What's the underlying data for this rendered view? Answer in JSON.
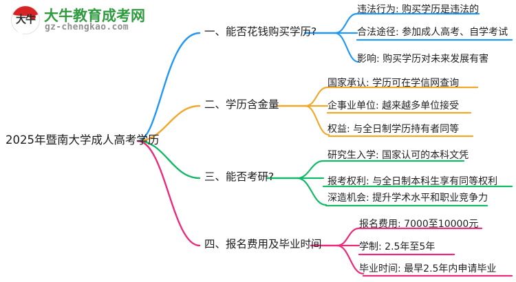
{
  "logo": {
    "badge_text": "大牛",
    "title": "大牛教育成考网",
    "domain": "gz-chengkao.com",
    "brand_color": "#2e9b3f",
    "badge_color": "#d72323"
  },
  "mindmap": {
    "root": "2025年暨南大学成人高考学历",
    "branches": [
      {
        "label": "一、能否花钱购买学历?",
        "color": "#2196f3",
        "leaves": [
          "违法行为: 购买学历是违法的",
          "合法途径: 参加成人高考、自学考试",
          "影响: 购买学历对未来发展有害"
        ]
      },
      {
        "label": "二、学历含金量",
        "color": "#f0a82a",
        "leaves": [
          "国家承认: 学历可在学信网查询",
          "企事业单位: 越来越多单位接受",
          "权益: 与全日制学历持有者同等"
        ]
      },
      {
        "label": "三、能否考研?",
        "color": "#12b866",
        "leaves": [
          "研究生入学: 国家认可的本科文凭",
          "报考权利: 与全日制本科生享有同等权利",
          "深造机会: 提升学术水平和职业竞争力"
        ]
      },
      {
        "label": "四、报名费用及毕业时间",
        "color": "#ea2a7b",
        "leaves": [
          "报名费用: 7000至10000元",
          "学制: 2.5年至5年",
          "毕业时间: 最早2.5年内申请毕业"
        ]
      }
    ]
  }
}
